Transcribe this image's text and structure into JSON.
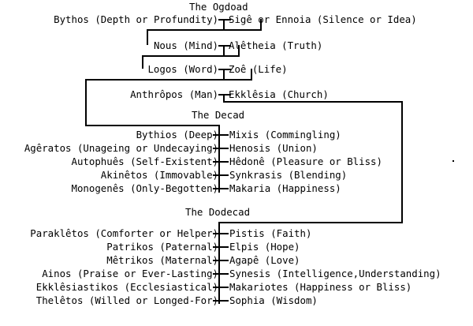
{
  "diagram": {
    "title_visible": false,
    "sections": [
      {
        "id": "ogdoad",
        "heading": "The Ogdoad",
        "pairs": [
          {
            "left": "Bythos (Depth or Profundity)",
            "right": "Sigê or Ennoia (Silence or Idea)"
          },
          {
            "left": "Nous (Mind)",
            "right": "Alêtheia (Truth)"
          },
          {
            "left": "Logos (Word)",
            "right": "Zoê (Life)"
          },
          {
            "left": "Anthrôpos (Man)",
            "right": "Ekklêsia (Church)"
          }
        ]
      },
      {
        "id": "decad",
        "heading": "The Decad",
        "pairs": [
          {
            "left": "Bythios (Deep)",
            "right": "Mixis (Commingling)"
          },
          {
            "left": "Agêratos (Unageing or Undecaying)",
            "right": "Henosis (Union)"
          },
          {
            "left": "Autophuês (Self-Existent)",
            "right": "Hêdonê (Pleasure or Bliss)"
          },
          {
            "left": "Akinêtos (Immovable)",
            "right": "Synkrasis (Blending)"
          },
          {
            "left": "Monogenês (Only-Begotten)",
            "right": "Makaria (Happiness)"
          }
        ]
      },
      {
        "id": "dodecad",
        "heading": "The Dodecad",
        "pairs": [
          {
            "left": "Paraklêtos (Comforter or Helper)",
            "right": "Pistis (Faith)"
          },
          {
            "left": "Patrikos (Paternal)",
            "right": "Elpis (Hope)"
          },
          {
            "left": "Mêtrikos (Maternal)",
            "right": "Agapê (Love)"
          },
          {
            "left": "Ainos (Praise or Ever-Lasting)",
            "right": "Synesis (Intelligence,Understanding)"
          },
          {
            "left": "Ekklêsiastikos (Ecclesiastical)",
            "right": "Makariotes (Happiness or Bliss)"
          },
          {
            "left": "Thelêtos (Willed or Longed-For)",
            "right": "Sophia (Wisdom)"
          }
        ]
      }
    ],
    "colors": {
      "ink": "#000000",
      "background": "#ffffff"
    }
  }
}
